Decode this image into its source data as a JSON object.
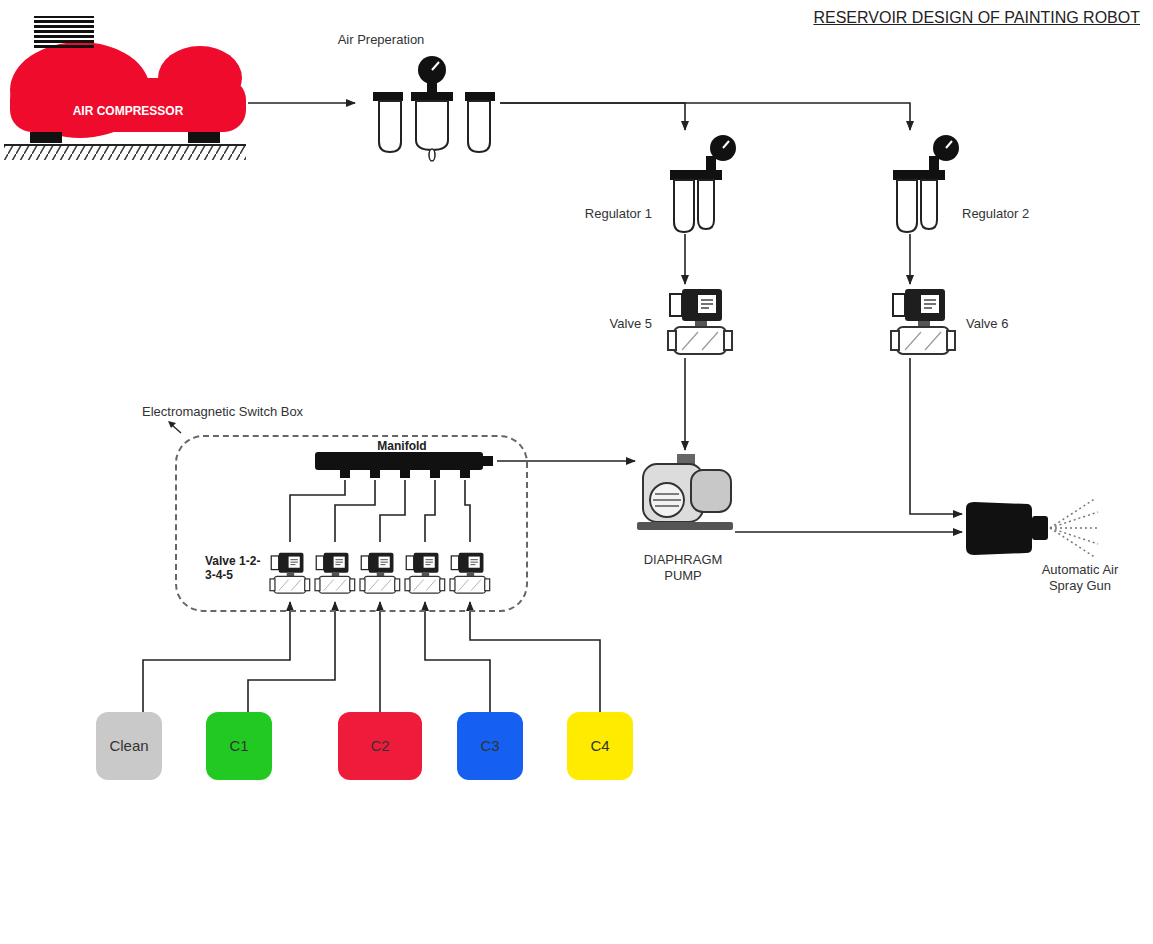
{
  "diagram": {
    "title": "RESERVOIR DESIGN OF PAINTING ROBOT",
    "nodes": [
      {
        "text": [
          "AIR COMPRESSOR"
        ]
      },
      {
        "text": [
          "Air Preperation"
        ]
      },
      {
        "text": [
          "Regulator 1"
        ]
      },
      {
        "text": [
          "Regulator 2"
        ]
      },
      {
        "text": [
          "Valve 5"
        ]
      },
      {
        "text": [
          "Valve 6"
        ]
      },
      {
        "text": [
          "Electromagnetic Switch Box"
        ]
      },
      {
        "text": [
          "Manifold"
        ],
        "in": 6
      },
      {
        "text": [
          "Valve 1-2-3-4-5"
        ],
        "in": 6
      },
      {
        "text": [
          "DIAPHRAGM PUMP"
        ]
      },
      {
        "text": [
          "Automatic Air Spray Gun"
        ]
      },
      {
        "text": [
          "Clean"
        ]
      },
      {
        "text": [
          "C1"
        ]
      },
      {
        "text": [
          "C2"
        ]
      },
      {
        "text": [
          "C3"
        ]
      },
      {
        "text": [
          "C4"
        ]
      }
    ],
    "edges": [
      {
        "from": 0,
        "to": 1,
        "arrow": "to"
      },
      {
        "from": 1,
        "to": 2,
        "arrow": "to"
      },
      {
        "from": 1,
        "to": 3,
        "arrow": "to"
      },
      {
        "from": 2,
        "to": 4,
        "arrow": "to"
      },
      {
        "from": 3,
        "to": 5,
        "arrow": "to"
      },
      {
        "from": 4,
        "to": 9,
        "arrow": "to"
      },
      {
        "from": 5,
        "to": 10,
        "arrow": "to"
      },
      {
        "from": 7,
        "to": 9,
        "arrow": "to"
      },
      {
        "from": 9,
        "to": 10,
        "arrow": "to"
      },
      {
        "from": 11,
        "to": 8,
        "arrow": "to"
      },
      {
        "from": 12,
        "to": 8,
        "arrow": "to"
      },
      {
        "from": 13,
        "to": 8,
        "arrow": "to"
      },
      {
        "from": 14,
        "to": 8,
        "arrow": "to"
      },
      {
        "from": 15,
        "to": 8,
        "arrow": "to"
      },
      {
        "from": 8,
        "to": 7,
        "arrow": "none"
      },
      {
        "from": 8,
        "to": 7,
        "arrow": "none"
      },
      {
        "from": 8,
        "to": 7,
        "arrow": "none"
      },
      {
        "from": 8,
        "to": 7,
        "arrow": "none"
      },
      {
        "from": 8,
        "to": 7,
        "arrow": "none"
      }
    ]
  }
}
